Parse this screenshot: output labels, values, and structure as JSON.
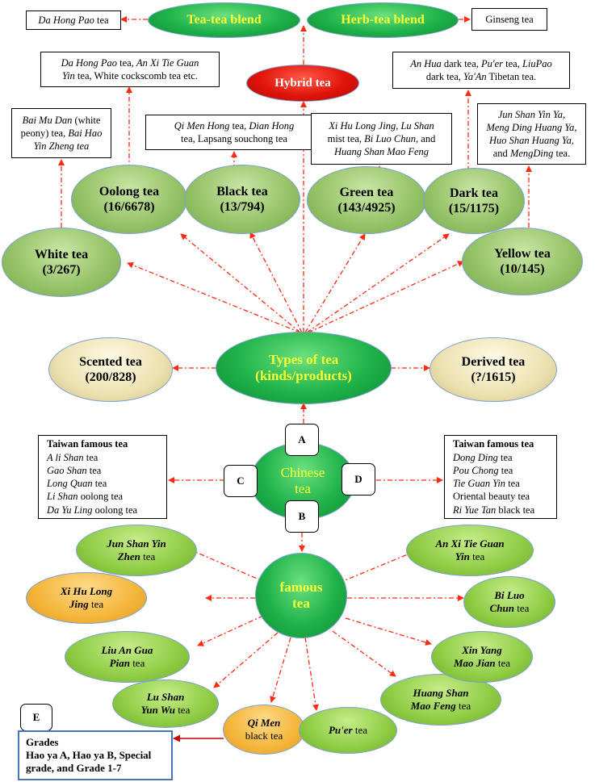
{
  "center": {
    "line1": "Chinese",
    "line2": "tea"
  },
  "labels": {
    "a": "A",
    "b": "B",
    "c": "C",
    "d": "D",
    "e": "E"
  },
  "types": {
    "main": {
      "line1": "Types of tea",
      "line2": "(kinds/products)"
    },
    "scented": {
      "name": "Scented tea",
      "count": "(200/828)"
    },
    "derived": {
      "name": "Derived tea",
      "count": "(?/1615)"
    },
    "white": {
      "name": "White tea",
      "count": "(3/267)"
    },
    "oolong": {
      "name": "Oolong tea",
      "count": "(16/6678)"
    },
    "black": {
      "name": "Black tea",
      "count": "(13/794)"
    },
    "green": {
      "name": "Green tea",
      "count": "(143/4925)"
    },
    "dark": {
      "name": "Dark tea",
      "count": "(15/1175)"
    },
    "yellow": {
      "name": "Yellow tea",
      "count": "(10/145)"
    },
    "hybrid": "Hybrid tea",
    "tea_tea": "Tea-tea blend",
    "herb_tea": "Herb-tea blend"
  },
  "examples": {
    "da_hong_pao": {
      "italic": "Da Hong Pao",
      "rest": " tea"
    },
    "ginseng": "Ginseng tea",
    "oolong": {
      "p1": "Da Hong Pao",
      "p2": " tea, ",
      "p3": "An Xi Tie Guan",
      "p4": "Yin",
      "p5": " tea, White cockscomb tea etc."
    },
    "dark": {
      "p1": "An Hua",
      "p2": " dark tea, ",
      "p3": "Pu'er",
      "p4": " tea, ",
      "p5": "LiuPao",
      "p6": "dark tea, ",
      "p7": "Ya'An",
      "p8": " Tibetan tea."
    },
    "white": {
      "p1": "Bai Mu Dan",
      "p2": " (white",
      "p3": "peony) tea, ",
      "p4": "Bai Hao",
      "p5": "Yin Zheng tea"
    },
    "black": {
      "p1": "Qi Men Hong",
      "p2": " tea, ",
      "p3": "Dian Hong",
      "p4": "tea, Lapsang souchong tea"
    },
    "green": {
      "p1": "Xi Hu Long Jing",
      "p2": ", ",
      "p3": "Lu Shan",
      "p4": "mist tea, ",
      "p5": "Bi Luo Chun",
      "p6": ", and",
      "p7": "Huang Shan Mao Feng"
    },
    "yellow": {
      "p1": "Jun Shan Yin Ya,",
      "p2": "Meng Ding Huang Ya,",
      "p3": "Huo Shan Huang Ya,",
      "p4": "and ",
      "p5": "MengDing",
      "p6": " tea."
    }
  },
  "taiwan_left": {
    "title": "Taiwan famous tea",
    "items": [
      {
        "italic": "A li Shan",
        "rest": " tea"
      },
      {
        "italic": "Gao Shan",
        "rest": " tea"
      },
      {
        "italic": "Long Quan",
        "rest": " tea"
      },
      {
        "italic": "Li Shan",
        "rest": " oolong tea"
      },
      {
        "italic": "Da Yu Ling",
        "rest": " oolong tea"
      }
    ]
  },
  "taiwan_right": {
    "title": "Taiwan famous tea",
    "items": [
      {
        "italic": "Dong Ding",
        "rest": " tea"
      },
      {
        "italic": "Pou Chong",
        "rest": " tea"
      },
      {
        "italic": "Tie Guan Yin",
        "rest": " tea"
      },
      {
        "italic": "",
        "rest": "Oriental beauty tea"
      },
      {
        "italic": "Ri Yue Tan",
        "rest": " black tea"
      }
    ]
  },
  "famous": {
    "center": {
      "line1": "famous",
      "line2": "tea"
    },
    "jun_shan": {
      "l1": "Jun Shan Yin",
      "l2i": "Zhen",
      "l2r": " tea"
    },
    "xi_hu": {
      "l1": "Xi Hu Long",
      "l2i": "Jing",
      "l2r": " tea"
    },
    "liu_an": {
      "l1": "Liu An Gua",
      "l2i": "Pian",
      "l2r": " tea"
    },
    "lu_shan": {
      "l1": "Lu Shan",
      "l2i": "Yun Wu",
      "l2r": " tea"
    },
    "qi_men": {
      "l1": "Qi Men",
      "l2i": "",
      "l2r": "black tea"
    },
    "puer": {
      "l1i": "Pu'er",
      "l1r": " tea"
    },
    "huang_shan": {
      "l1": "Huang Shan",
      "l2i": "Mao Feng",
      "l2r": " tea"
    },
    "xin_yang": {
      "l1": "Xin Yang",
      "l2i": "Mao Jian",
      "l2r": " tea"
    },
    "bi_luo": {
      "l1": "Bi Luo",
      "l2i": "Chun",
      "l2r": " tea"
    },
    "an_xi": {
      "l1": "An Xi Tie Guan",
      "l2i": "Yin",
      "l2r": " tea"
    }
  },
  "grades": {
    "title": "Grades",
    "text": "Hao ya A, Hao ya B, Special grade, and Grade 1-7"
  },
  "colors": {
    "arrow": "#ff2a10",
    "grade_arrow": "#cc0000",
    "grade_border": "#4a76b8"
  }
}
